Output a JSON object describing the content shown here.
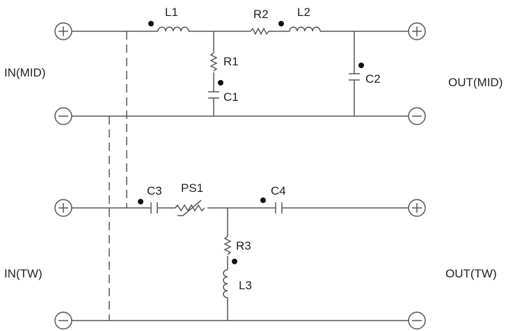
{
  "ports": {
    "in_mid": "IN(MID)",
    "out_mid": "OUT(MID)",
    "in_tw": "IN(TW)",
    "out_tw": "OUT(TW)"
  },
  "components": {
    "L1": "L1",
    "R2": "R2",
    "L2": "L2",
    "R1": "R1",
    "C1": "C1",
    "C2": "C2",
    "C3": "C3",
    "PS1": "PS1",
    "C4": "C4",
    "R3": "R3",
    "L3": "L3"
  },
  "colors": {
    "wire": "#555555",
    "text": "#222222",
    "dot": "#111111"
  }
}
